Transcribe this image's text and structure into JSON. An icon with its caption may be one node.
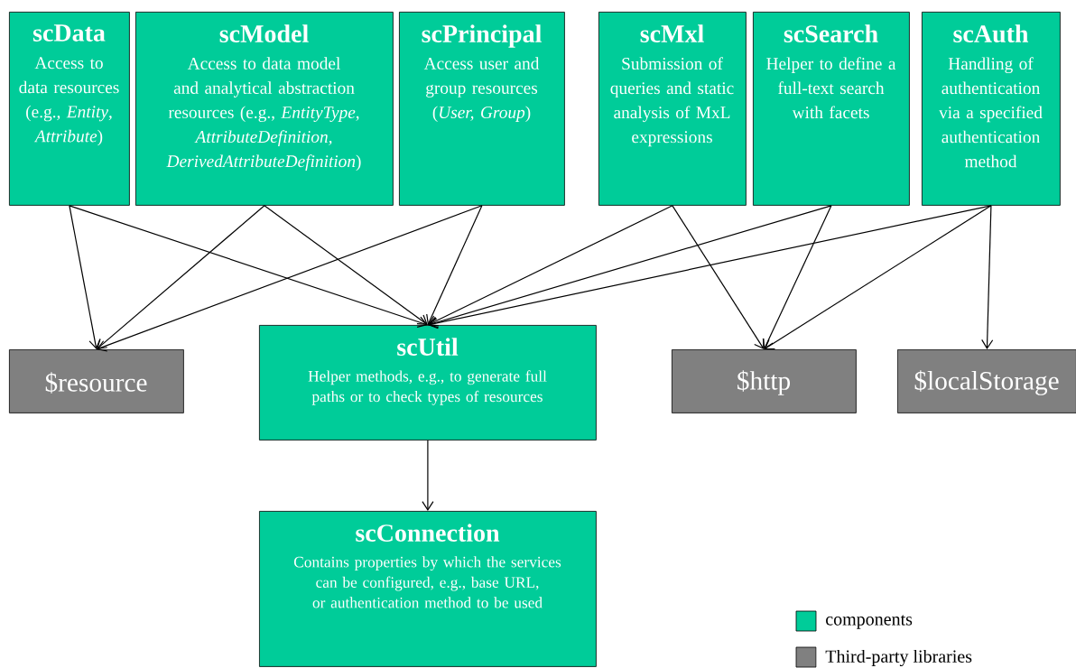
{
  "diagram": {
    "nodes": [
      {
        "text": [
          "scData",
          "Access to data resources (e.g., *Entity*, *Attribute*)"
        ]
      },
      {
        "text": [
          "scModel",
          "Access to data model and analytical abstraction resources (e.g., *EntityType*, *AttributeDefinition, DerivedAttributeDefinition*)"
        ]
      },
      {
        "text": [
          "scPrincipal",
          "Access user and group resources (*User, Group*)"
        ]
      },
      {
        "text": [
          "scMxl",
          "Submission of queries and static analysis of MxL expressions"
        ]
      },
      {
        "text": [
          "scSearch",
          "Helper to define a full-text search with facets"
        ]
      },
      {
        "text": [
          "scAuth",
          "Handling of authentication via a specified authentication method"
        ]
      },
      {
        "text": [
          "$resource"
        ]
      },
      {
        "text": [
          "scUtil",
          "Helper methods, e.g., to generate full paths or to check types of resources"
        ]
      },
      {
        "text": [
          "$http"
        ]
      },
      {
        "text": [
          "$localStorage"
        ]
      },
      {
        "text": [
          "scConnection",
          "Contains properties by which the services can be configured, e.g., base URL, or authentication method to be used"
        ]
      }
    ],
    "edges": [
      {
        "from": 0,
        "to": 6,
        "arrow": "to"
      },
      {
        "from": 0,
        "to": 7,
        "arrow": "to"
      },
      {
        "from": 1,
        "to": 6,
        "arrow": "to"
      },
      {
        "from": 1,
        "to": 7,
        "arrow": "to"
      },
      {
        "from": 2,
        "to": 6,
        "arrow": "to"
      },
      {
        "from": 2,
        "to": 7,
        "arrow": "to"
      },
      {
        "from": 3,
        "to": 7,
        "arrow": "to"
      },
      {
        "from": 3,
        "to": 8,
        "arrow": "to"
      },
      {
        "from": 4,
        "to": 7,
        "arrow": "to"
      },
      {
        "from": 4,
        "to": 8,
        "arrow": "to"
      },
      {
        "from": 5,
        "to": 7,
        "arrow": "to"
      },
      {
        "from": 5,
        "to": 8,
        "arrow": "to"
      },
      {
        "from": 5,
        "to": 9,
        "arrow": "to"
      },
      {
        "from": 7,
        "to": 10,
        "arrow": "to"
      }
    ],
    "legend": [
      {
        "text": "components",
        "color": "#00cc99"
      },
      {
        "text": "Third-party libraries",
        "color": "#808080"
      }
    ]
  }
}
